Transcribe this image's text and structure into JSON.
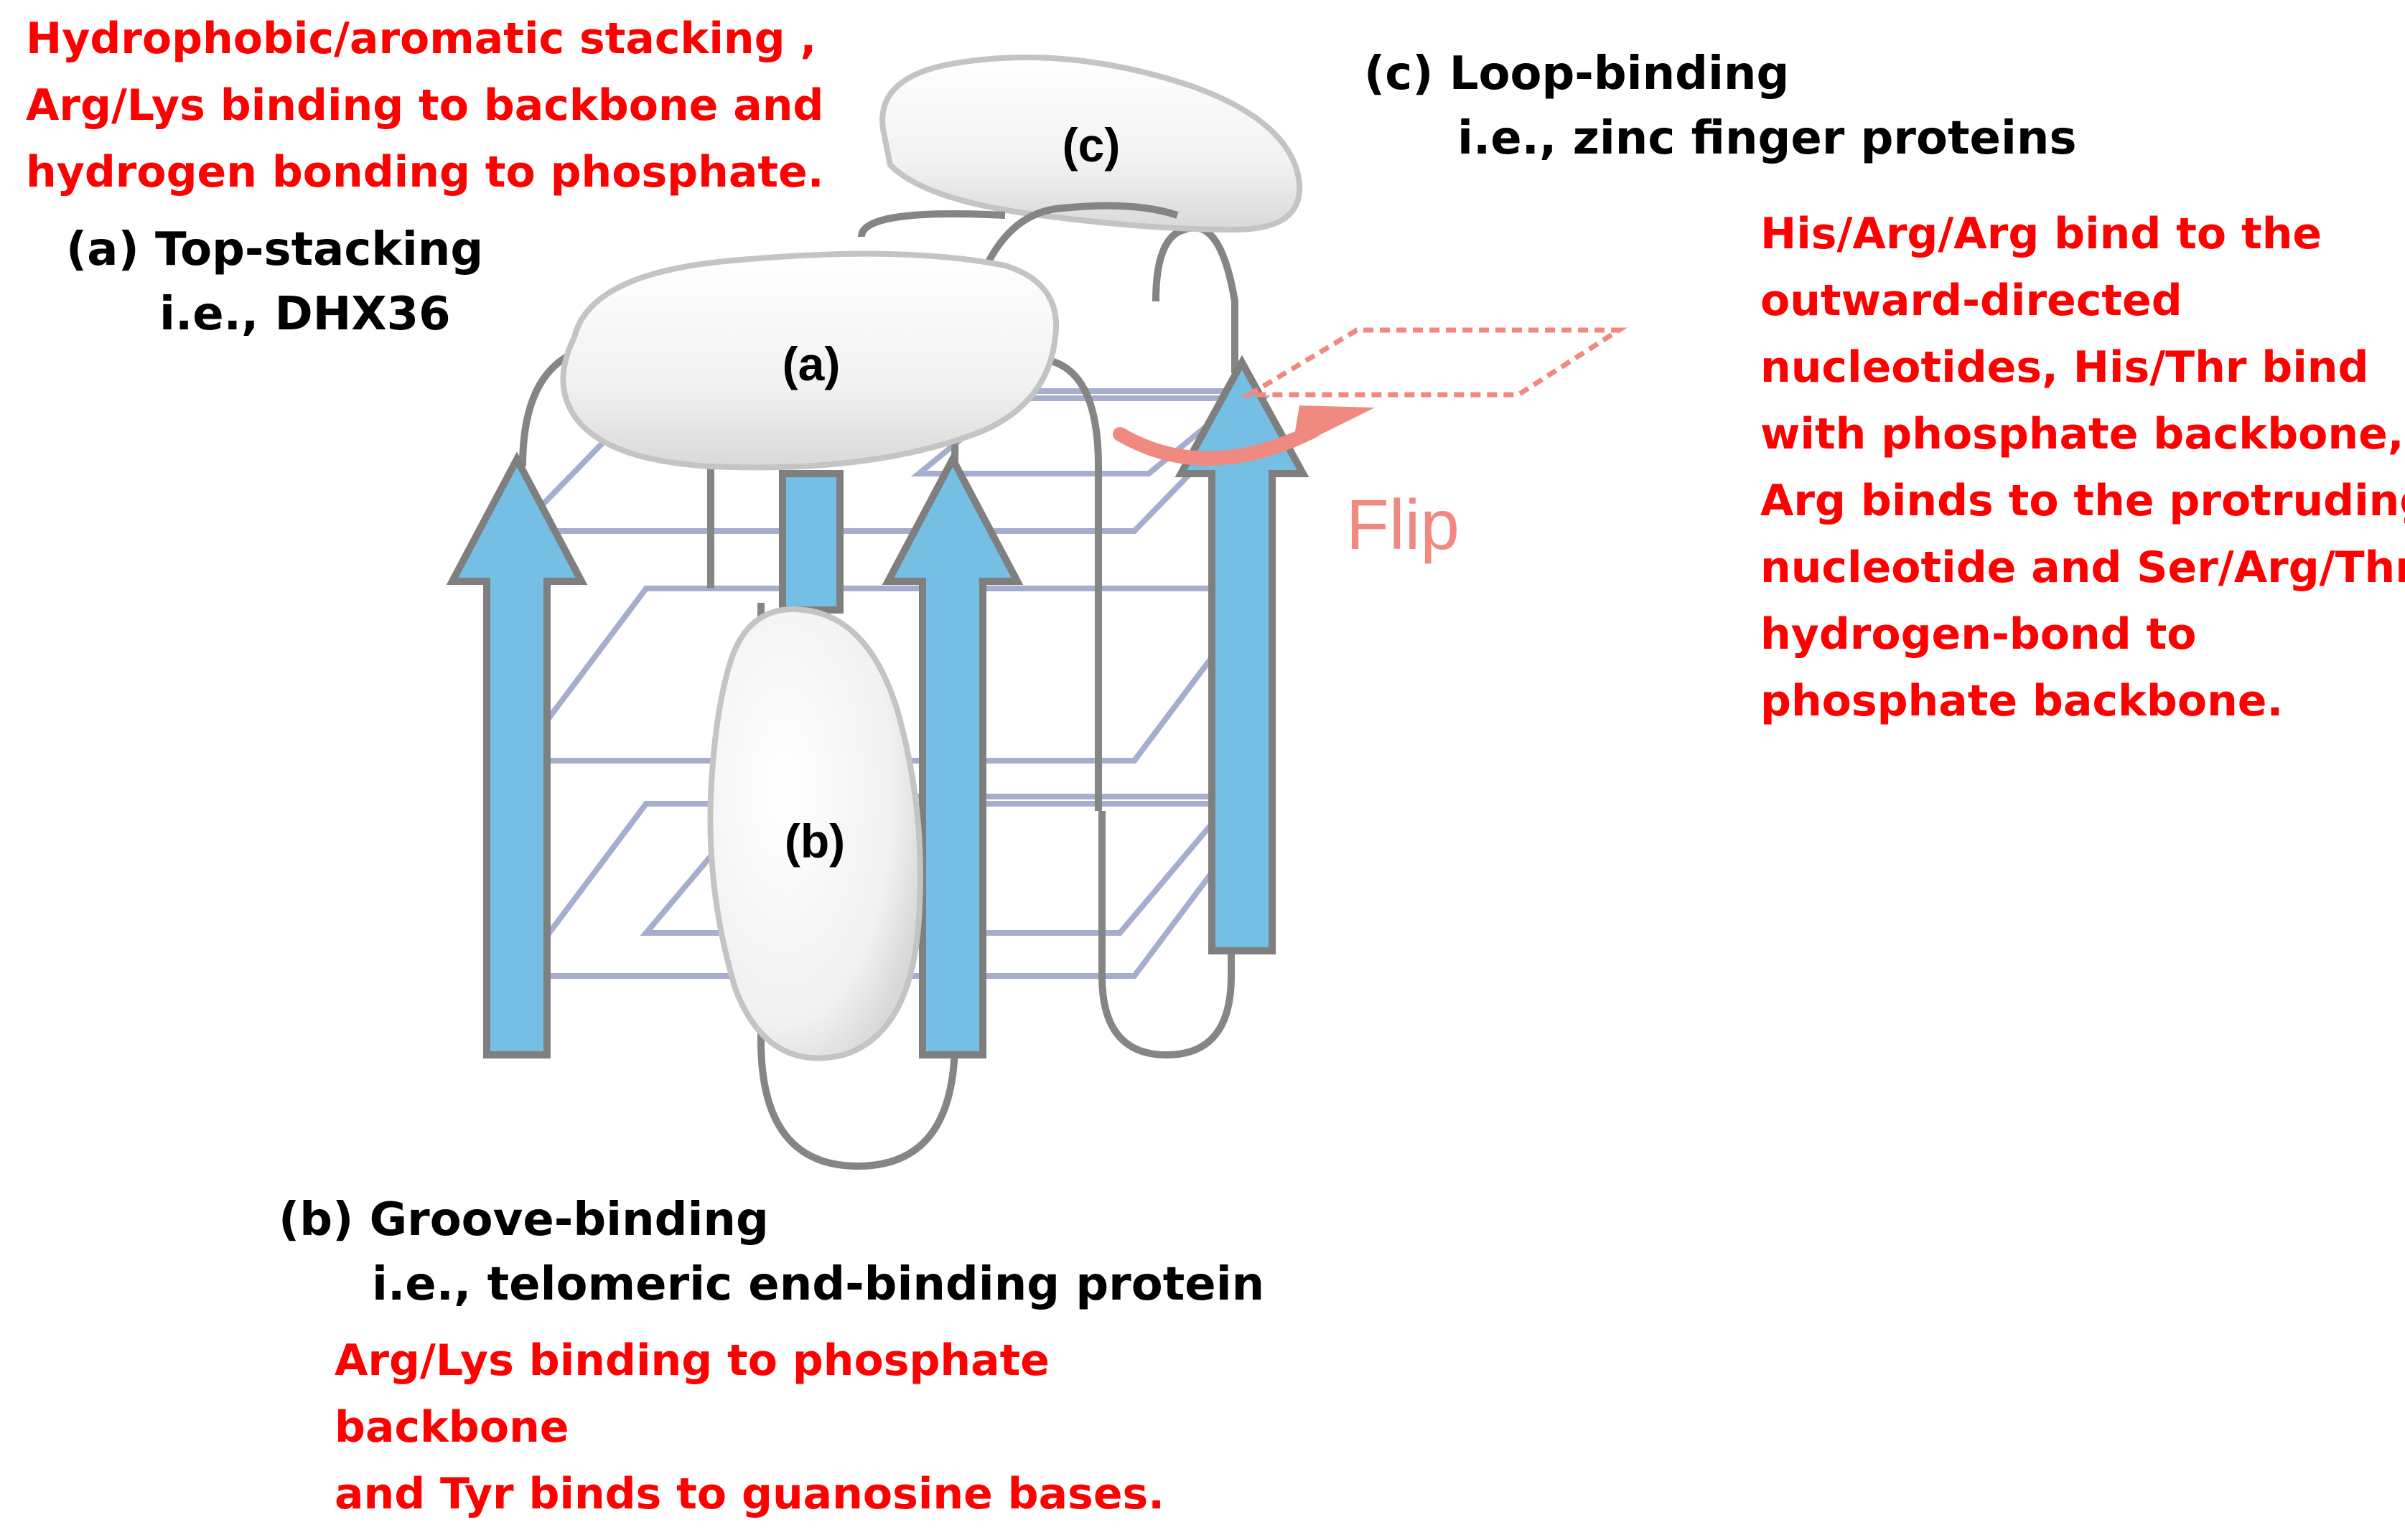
{
  "colors": {
    "strand": "#74bfe3",
    "strand_stroke": "#7f7f7f",
    "loop": "#858585",
    "tetrad": "#a5aecf",
    "protein_fill": "#f3f3f3",
    "protein_stroke": "#c4c4c4",
    "annotation_red": "#ff0000",
    "flip": "#f08a80"
  },
  "labels": {
    "a": "(a)",
    "b": "(b)",
    "c": "(c)",
    "flip": "Flip"
  },
  "top_stacking": {
    "red_lines": [
      "Hydrophobic/aromatic stacking ,",
      "Arg/Lys binding to backbone and",
      "hydrogen bonding to phosphate."
    ],
    "title": "(a) Top-stacking",
    "example": "i.e., DHX36"
  },
  "loop_binding": {
    "title": "(c) Loop-binding",
    "example": "i.e., zinc finger proteins",
    "red_lines": [
      "His/Arg/Arg bind to the",
      "outward-directed",
      "nucleotides,  His/Thr bind",
      "with phosphate backbone,",
      "Arg binds to the protruding",
      "nucleotide and Ser/Arg/Thr",
      "hydrogen-bond to",
      "phosphate backbone."
    ]
  },
  "groove_binding": {
    "title": "(b) Groove-binding",
    "example": "i.e., telomeric end-binding protein",
    "red_lines": [
      "Arg/Lys binding to phosphate",
      "backbone",
      "and Tyr binds to guanosine bases."
    ]
  }
}
